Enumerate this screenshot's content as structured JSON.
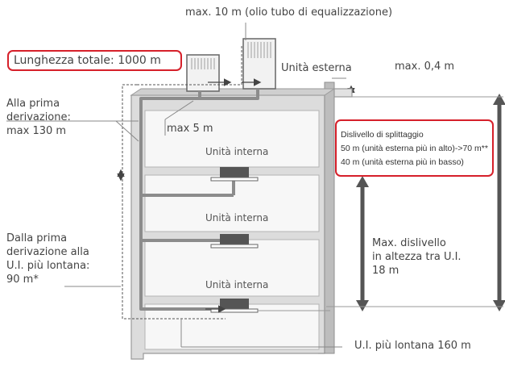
{
  "labels": {
    "top_note": "max. 10 m (olio tubo di equalizzazione)",
    "total_length": "Lunghezza totale: 1000 m",
    "outdoor_unit": "Unità esterna",
    "max_offset": "max. 0,4 m",
    "first_branch": [
      "Alla prima",
      "derivazione:",
      "max 130 m"
    ],
    "max_5m": "max 5 m",
    "indoor_unit": "Unità interna",
    "split_diff_title": "Dislivello di splittaggio",
    "split_diff_line1": "50 m (unità esterna più in alto)->70 m**",
    "split_diff_line2": "40 m (unità esterna più in basso)",
    "farthest_from_branch": [
      "Dalla prima",
      "derivazione alla",
      "U.I. più lontana:",
      "90 m*"
    ],
    "max_height_diff": [
      "Max. dislivello",
      "in altezza tra U.I.",
      "18 m"
    ],
    "farthest_unit": "U.I. più lontana 160 m"
  },
  "colors": {
    "highlight_border": "#d6202a",
    "building": "#d9d9d9",
    "pipe": "#8c8c8c",
    "arrow": "#444444"
  }
}
